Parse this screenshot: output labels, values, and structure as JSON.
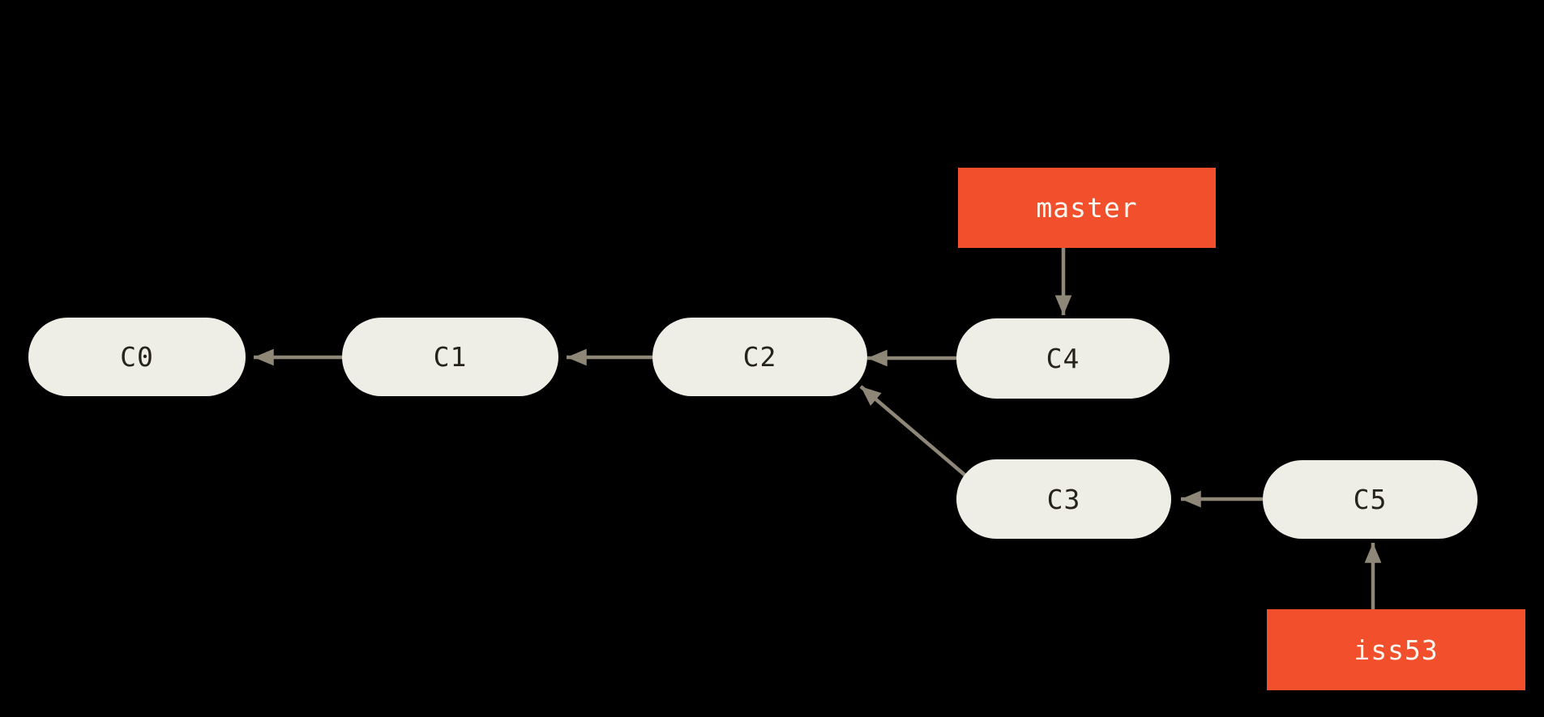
{
  "diagram": {
    "type": "git-commit-graph",
    "background": "#000000",
    "colors": {
      "commit_fill": "#EFEEE6",
      "commit_text": "#26231C",
      "branch_fill": "#F2502C",
      "branch_text": "#FBF8F1",
      "arrow": "#8E8778"
    },
    "nodes": [
      {
        "id": "c0",
        "label": "C0",
        "kind": "commit"
      },
      {
        "id": "c1",
        "label": "C1",
        "kind": "commit"
      },
      {
        "id": "c2",
        "label": "C2",
        "kind": "commit"
      },
      {
        "id": "c3",
        "label": "C3",
        "kind": "commit"
      },
      {
        "id": "c4",
        "label": "C4",
        "kind": "commit"
      },
      {
        "id": "c5",
        "label": "C5",
        "kind": "commit"
      },
      {
        "id": "master",
        "label": "master",
        "kind": "branch"
      },
      {
        "id": "iss53",
        "label": "iss53",
        "kind": "branch"
      }
    ],
    "edges": [
      {
        "from": "c1",
        "to": "c0"
      },
      {
        "from": "c2",
        "to": "c1"
      },
      {
        "from": "c4",
        "to": "c2"
      },
      {
        "from": "c3",
        "to": "c2"
      },
      {
        "from": "c5",
        "to": "c3"
      },
      {
        "from": "master",
        "to": "c4"
      },
      {
        "from": "iss53",
        "to": "c5"
      }
    ]
  }
}
